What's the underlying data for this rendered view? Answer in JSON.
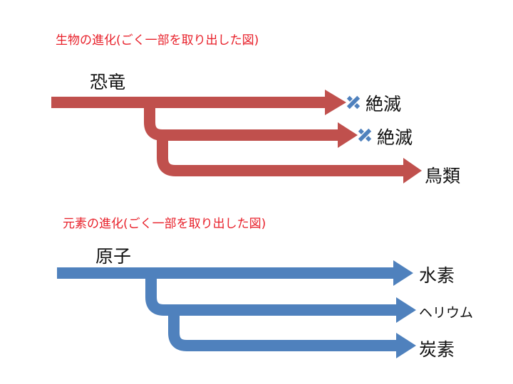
{
  "colors": {
    "red": "#c0504d",
    "blue": "#4f81bd",
    "caption_text": "#e8202a",
    "cross": "#4f81bd"
  },
  "bio": {
    "caption": "生物の進化(ごく一部を取り出した図)",
    "root": "恐竜",
    "branches": [
      {
        "label": "絶滅",
        "ending": "cross-icon"
      },
      {
        "label": "絶滅",
        "ending": "cross-icon"
      },
      {
        "label": "鳥類",
        "ending": "arrow"
      }
    ]
  },
  "elem": {
    "caption": "元素の進化(ごく一部を取り出した図)",
    "root": "原子",
    "branches": [
      {
        "label": "水素",
        "ending": "arrow"
      },
      {
        "label": "ヘリウム",
        "ending": "arrow"
      },
      {
        "label": "炭素",
        "ending": "arrow"
      }
    ]
  }
}
